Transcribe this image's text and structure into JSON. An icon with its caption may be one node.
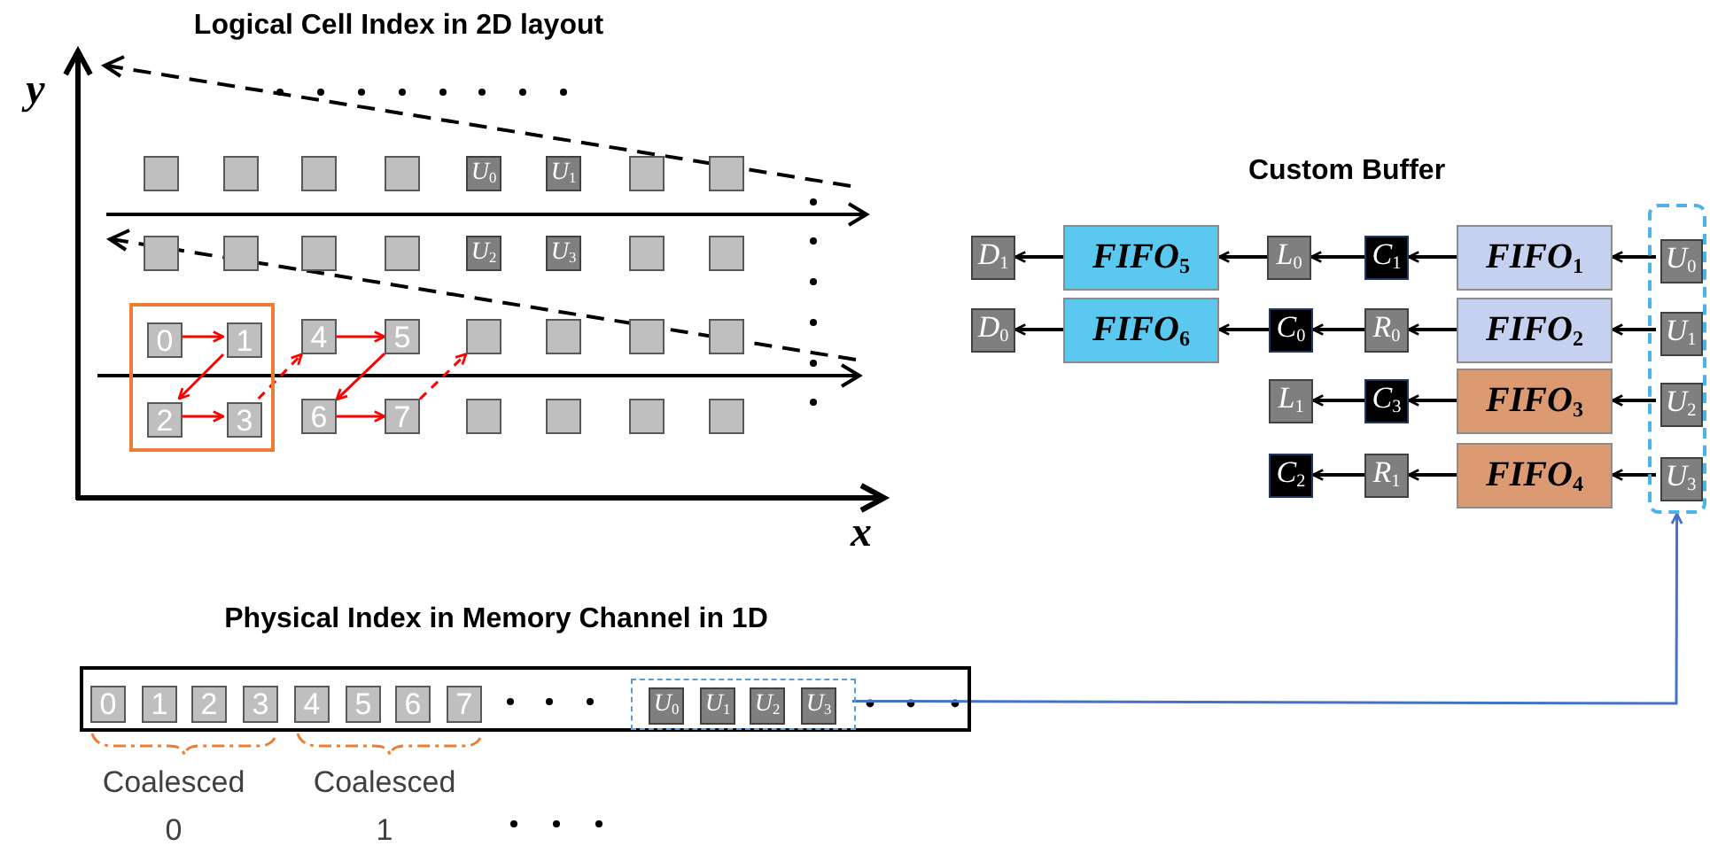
{
  "diagram": {
    "nodes": [
      {
        "text": [],
        "shape": "box"
      },
      {
        "text": [],
        "shape": "box"
      },
      {
        "text": [],
        "shape": "box"
      },
      {
        "text": [],
        "shape": "box"
      },
      {
        "text": [
          "*U*$_{0}$"
        ]
      },
      {
        "text": [
          "*U*$_{1}$"
        ]
      },
      {
        "text": [],
        "shape": "box"
      },
      {
        "text": [],
        "shape": "box"
      },
      {
        "text": [],
        "shape": "box"
      },
      {
        "text": [],
        "shape": "box"
      },
      {
        "text": [],
        "shape": "box"
      },
      {
        "text": [],
        "shape": "box"
      },
      {
        "text": [
          "*U*$_{2}$"
        ]
      },
      {
        "text": [
          "*U*$_{3}$"
        ]
      },
      {
        "text": [],
        "shape": "box"
      },
      {
        "text": [],
        "shape": "box"
      },
      {
        "text": [],
        "shape": "box"
      },
      {
        "text": [
          "0"
        ],
        "in": 16
      },
      {
        "text": [
          "1"
        ],
        "in": 16
      },
      {
        "text": [
          "4"
        ]
      },
      {
        "text": [
          "5"
        ]
      },
      {
        "text": [],
        "shape": "box"
      },
      {
        "text": [],
        "shape": "box"
      },
      {
        "text": [],
        "shape": "box"
      },
      {
        "text": [],
        "shape": "box"
      },
      {
        "text": [
          "2"
        ],
        "in": 16
      },
      {
        "text": [
          "3"
        ],
        "in": 16
      },
      {
        "text": [
          "6"
        ]
      },
      {
        "text": [
          "7"
        ]
      },
      {
        "text": [],
        "shape": "box"
      },
      {
        "text": [],
        "shape": "box"
      },
      {
        "text": [],
        "shape": "box"
      },
      {
        "text": [],
        "shape": "box"
      },
      {
        "text": [
          "*D*$_{1}$"
        ]
      },
      {
        "text": [
          "FIFO$_{5}$"
        ]
      },
      {
        "text": [
          "*L*$_{0}$"
        ]
      },
      {
        "text": [
          "*C*$_{1}$"
        ]
      },
      {
        "text": [
          "FIFO$_{1}$"
        ]
      },
      {
        "text": [],
        "shape": "box"
      },
      {
        "text": [
          "*U*$_{0}$"
        ],
        "in": 38
      },
      {
        "text": [
          "*D*$_{0}$"
        ]
      },
      {
        "text": [
          "FIFO$_{6}$"
        ]
      },
      {
        "text": [
          "*C*$_{0}$"
        ]
      },
      {
        "text": [
          "*R*$_{0}$"
        ]
      },
      {
        "text": [
          "FIFO$_{2}$"
        ]
      },
      {
        "text": [
          "*U*$_{1}$"
        ],
        "in": 38
      },
      {
        "text": [
          "*L*$_{1}$"
        ]
      },
      {
        "text": [
          "*C*$_{3}$"
        ]
      },
      {
        "text": [
          "FIFO$_{3}$"
        ]
      },
      {
        "text": [
          "*U*$_{2}$"
        ],
        "in": 38
      },
      {
        "text": [
          "*C*$_{2}$"
        ]
      },
      {
        "text": [
          "*R*$_{1}$"
        ]
      },
      {
        "text": [
          "FIFO$_{4}$"
        ]
      },
      {
        "text": [
          "*U*$_{3}$"
        ],
        "in": 38
      },
      {
        "text": [],
        "shape": "box"
      },
      {
        "text": [
          "0"
        ],
        "in": 54
      },
      {
        "text": [
          "1"
        ],
        "in": 54
      },
      {
        "text": [
          "2"
        ],
        "in": 54
      },
      {
        "text": [
          "3"
        ],
        "in": 54
      },
      {
        "text": [
          "4"
        ],
        "in": 54
      },
      {
        "text": [
          "5"
        ],
        "in": 54
      },
      {
        "text": [
          "6"
        ],
        "in": 54
      },
      {
        "text": [
          "7"
        ],
        "in": 54
      },
      {
        "text": [],
        "shape": "box",
        "in": 54
      },
      {
        "text": [
          "*U*$_{0}$"
        ],
        "in": 63
      },
      {
        "text": [
          "*U*$_{1}$"
        ],
        "in": 63
      },
      {
        "text": [
          "*U*$_{2}$"
        ],
        "in": 63
      },
      {
        "text": [
          "*U*$_{3}$"
        ],
        "in": 63
      }
    ],
    "edges": [
      {
        "from": 17,
        "to": 18,
        "arrow": "to",
        "color": "#ff0000"
      },
      {
        "from": 18,
        "to": 25,
        "arrow": "to",
        "color": "#ff0000"
      },
      {
        "from": 25,
        "to": 26,
        "arrow": "to",
        "color": "#ff0000"
      },
      {
        "from": 26,
        "to": 19,
        "arrow": "to",
        "style": "dashed",
        "color": "#ff0000"
      },
      {
        "from": 19,
        "to": 20,
        "arrow": "to",
        "color": "#ff0000"
      },
      {
        "from": 20,
        "to": 27,
        "arrow": "to",
        "color": "#ff0000"
      },
      {
        "from": 27,
        "to": 28,
        "arrow": "to",
        "color": "#ff0000"
      },
      {
        "from": 28,
        "to": 21,
        "arrow": "to",
        "style": "dashed",
        "color": "#ff0000"
      },
      {
        "from": 39,
        "to": 37,
        "arrow": "to"
      },
      {
        "from": 37,
        "to": 36,
        "arrow": "to"
      },
      {
        "from": 36,
        "to": 35,
        "arrow": "to"
      },
      {
        "from": 35,
        "to": 34,
        "arrow": "to"
      },
      {
        "from": 34,
        "to": 33,
        "arrow": "to"
      },
      {
        "from": 45,
        "to": 44,
        "arrow": "to"
      },
      {
        "from": 44,
        "to": 43,
        "arrow": "to"
      },
      {
        "from": 43,
        "to": 42,
        "arrow": "to"
      },
      {
        "from": 42,
        "to": 41,
        "arrow": "to"
      },
      {
        "from": 41,
        "to": 40,
        "arrow": "to"
      },
      {
        "from": 49,
        "to": 48,
        "arrow": "to"
      },
      {
        "from": 48,
        "to": 47,
        "arrow": "to"
      },
      {
        "from": 47,
        "to": 46,
        "arrow": "to"
      },
      {
        "from": 53,
        "to": 52,
        "arrow": "to"
      },
      {
        "from": 52,
        "to": 51,
        "arrow": "to"
      },
      {
        "from": 51,
        "to": 50,
        "arrow": "to"
      },
      {
        "from": 63,
        "to": 38,
        "arrow": "to",
        "color": "#4472c4"
      }
    ],
    "labels": [
      "Logical Cell Index in 2D layout",
      "y",
      "Custom Buffer",
      "x",
      "Physical Index in Memory Channel in 1D",
      "Coalesced 0",
      "Coalesced 1"
    ]
  }
}
